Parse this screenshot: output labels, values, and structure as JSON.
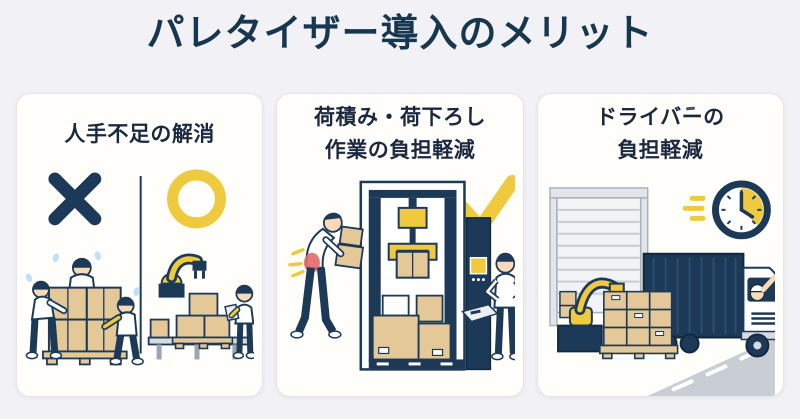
{
  "page": {
    "title": "パレタイザー導入のメリット"
  },
  "colors": {
    "page_background": "#f2f2f6",
    "card_background": "#fffefa",
    "title_navy": "#17374f",
    "card_title_dark": "#1b2940",
    "navy": "#1c3a57",
    "yellow": "#f0ca3e",
    "box_tan": "#e4c897",
    "skin": "#f8d9b8",
    "pain_red": "#e26969",
    "sweat_blue": "#bfe0f5",
    "road_gray": "#c9ced5"
  },
  "cards": [
    {
      "id": "labor-shortage",
      "title_lines": [
        "人手不足の解消"
      ],
      "icons": [
        "cross-icon",
        "circle-icon"
      ],
      "illustration": "manual-box-stacking-vs-robot-palletizing"
    },
    {
      "id": "loading-unloading-burden",
      "title_lines": [
        "荷積み・荷下ろし",
        "作業の負担軽減"
      ],
      "icons": [
        "checkmark-icon"
      ],
      "illustration": "back-pain-worker-vs-palletizer-machine"
    },
    {
      "id": "driver-burden",
      "title_lines": [
        "ドライバーの",
        "負担軽減"
      ],
      "icons": [
        "clock-icon",
        "speed-lines-icon"
      ],
      "illustration": "robot-arm-loading-truck-time-saving"
    }
  ]
}
